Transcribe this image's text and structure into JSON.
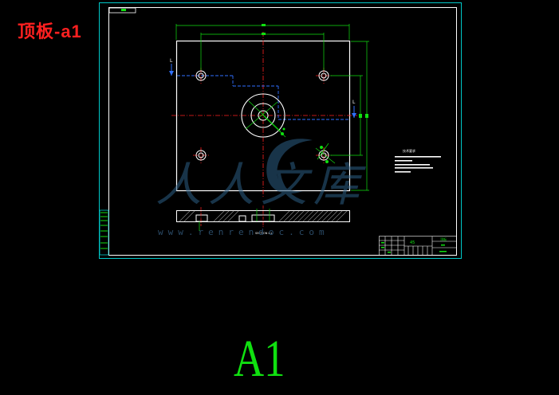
{
  "title": "顶板-a1",
  "sheet_size": "A1",
  "watermark": {
    "brand": "人人文库",
    "url": "www.renrendoc.com"
  },
  "section_marker": "L",
  "section_caption": "SECTION L-L",
  "tech_notes_title": "技术要求",
  "title_block": {
    "material": "45",
    "part_name": "顶板"
  },
  "colors": {
    "frame": "#00c8c8",
    "outline": "#ffffff",
    "dimension": "#10e010",
    "centerline": "#ff2020",
    "hidden": "#3070ff",
    "title": "#ff2020",
    "sheet": "#10e010"
  }
}
